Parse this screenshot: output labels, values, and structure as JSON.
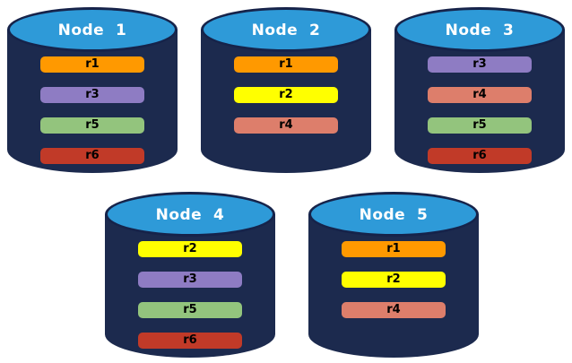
{
  "diagram": {
    "description": "Database nodes with replica placement",
    "node_count": 5
  },
  "colors": {
    "cylinder_body": "#1C2A4E",
    "cylinder_top": "#2E9AD8",
    "cylinder_outline": "#16234A",
    "node_label_text": "#FFFFFF",
    "bar_label_text": "#000000",
    "replicas": {
      "r1": "#FF9900",
      "r2": "#FFFF00",
      "r3": "#8E7CC3",
      "r4": "#DD7E6B",
      "r5": "#93C47D",
      "r6": "#C13A28"
    }
  },
  "nodes": [
    {
      "label": "Node  1",
      "replicas": [
        "r1",
        "r3",
        "r5",
        "r6"
      ]
    },
    {
      "label": "Node  2",
      "replicas": [
        "r1",
        "r2",
        "r4"
      ]
    },
    {
      "label": "Node  3",
      "replicas": [
        "r3",
        "r4",
        "r5",
        "r6"
      ]
    },
    {
      "label": "Node  4",
      "replicas": [
        "r2",
        "r3",
        "r5",
        "r6"
      ]
    },
    {
      "label": "Node  5",
      "replicas": [
        "r1",
        "r2",
        "r4"
      ]
    }
  ]
}
